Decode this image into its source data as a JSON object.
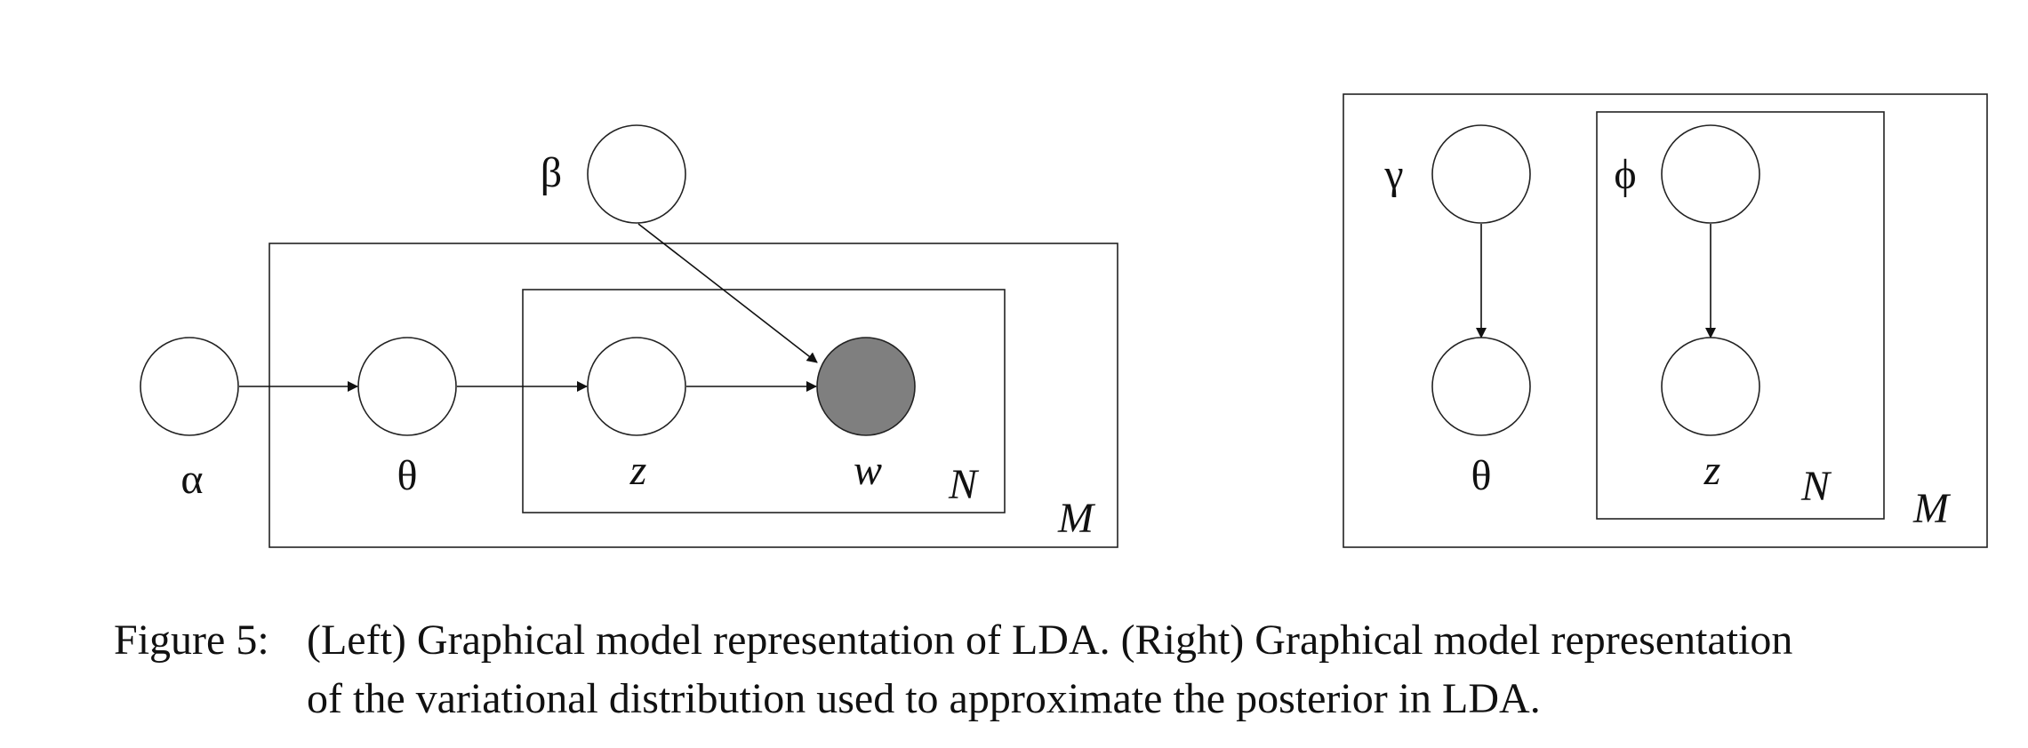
{
  "left_model": {
    "nodes": {
      "alpha": "α",
      "theta": "θ",
      "z": "z",
      "w": "w",
      "beta": "β"
    },
    "plates": {
      "inner": "N",
      "outer": "M"
    }
  },
  "right_model": {
    "nodes": {
      "gamma": "γ",
      "theta": "θ",
      "phi": "ϕ",
      "z": "z"
    },
    "plates": {
      "inner": "N",
      "outer": "M"
    }
  },
  "colors": {
    "observed_node": "#7f7f7f",
    "line": "#222222"
  },
  "caption": {
    "number": "Figure 5:",
    "line1": "(Left) Graphical model representation of LDA. (Right) Graphical model representation",
    "line2": "of the variational distribution used to approximate the posterior in LDA."
  }
}
